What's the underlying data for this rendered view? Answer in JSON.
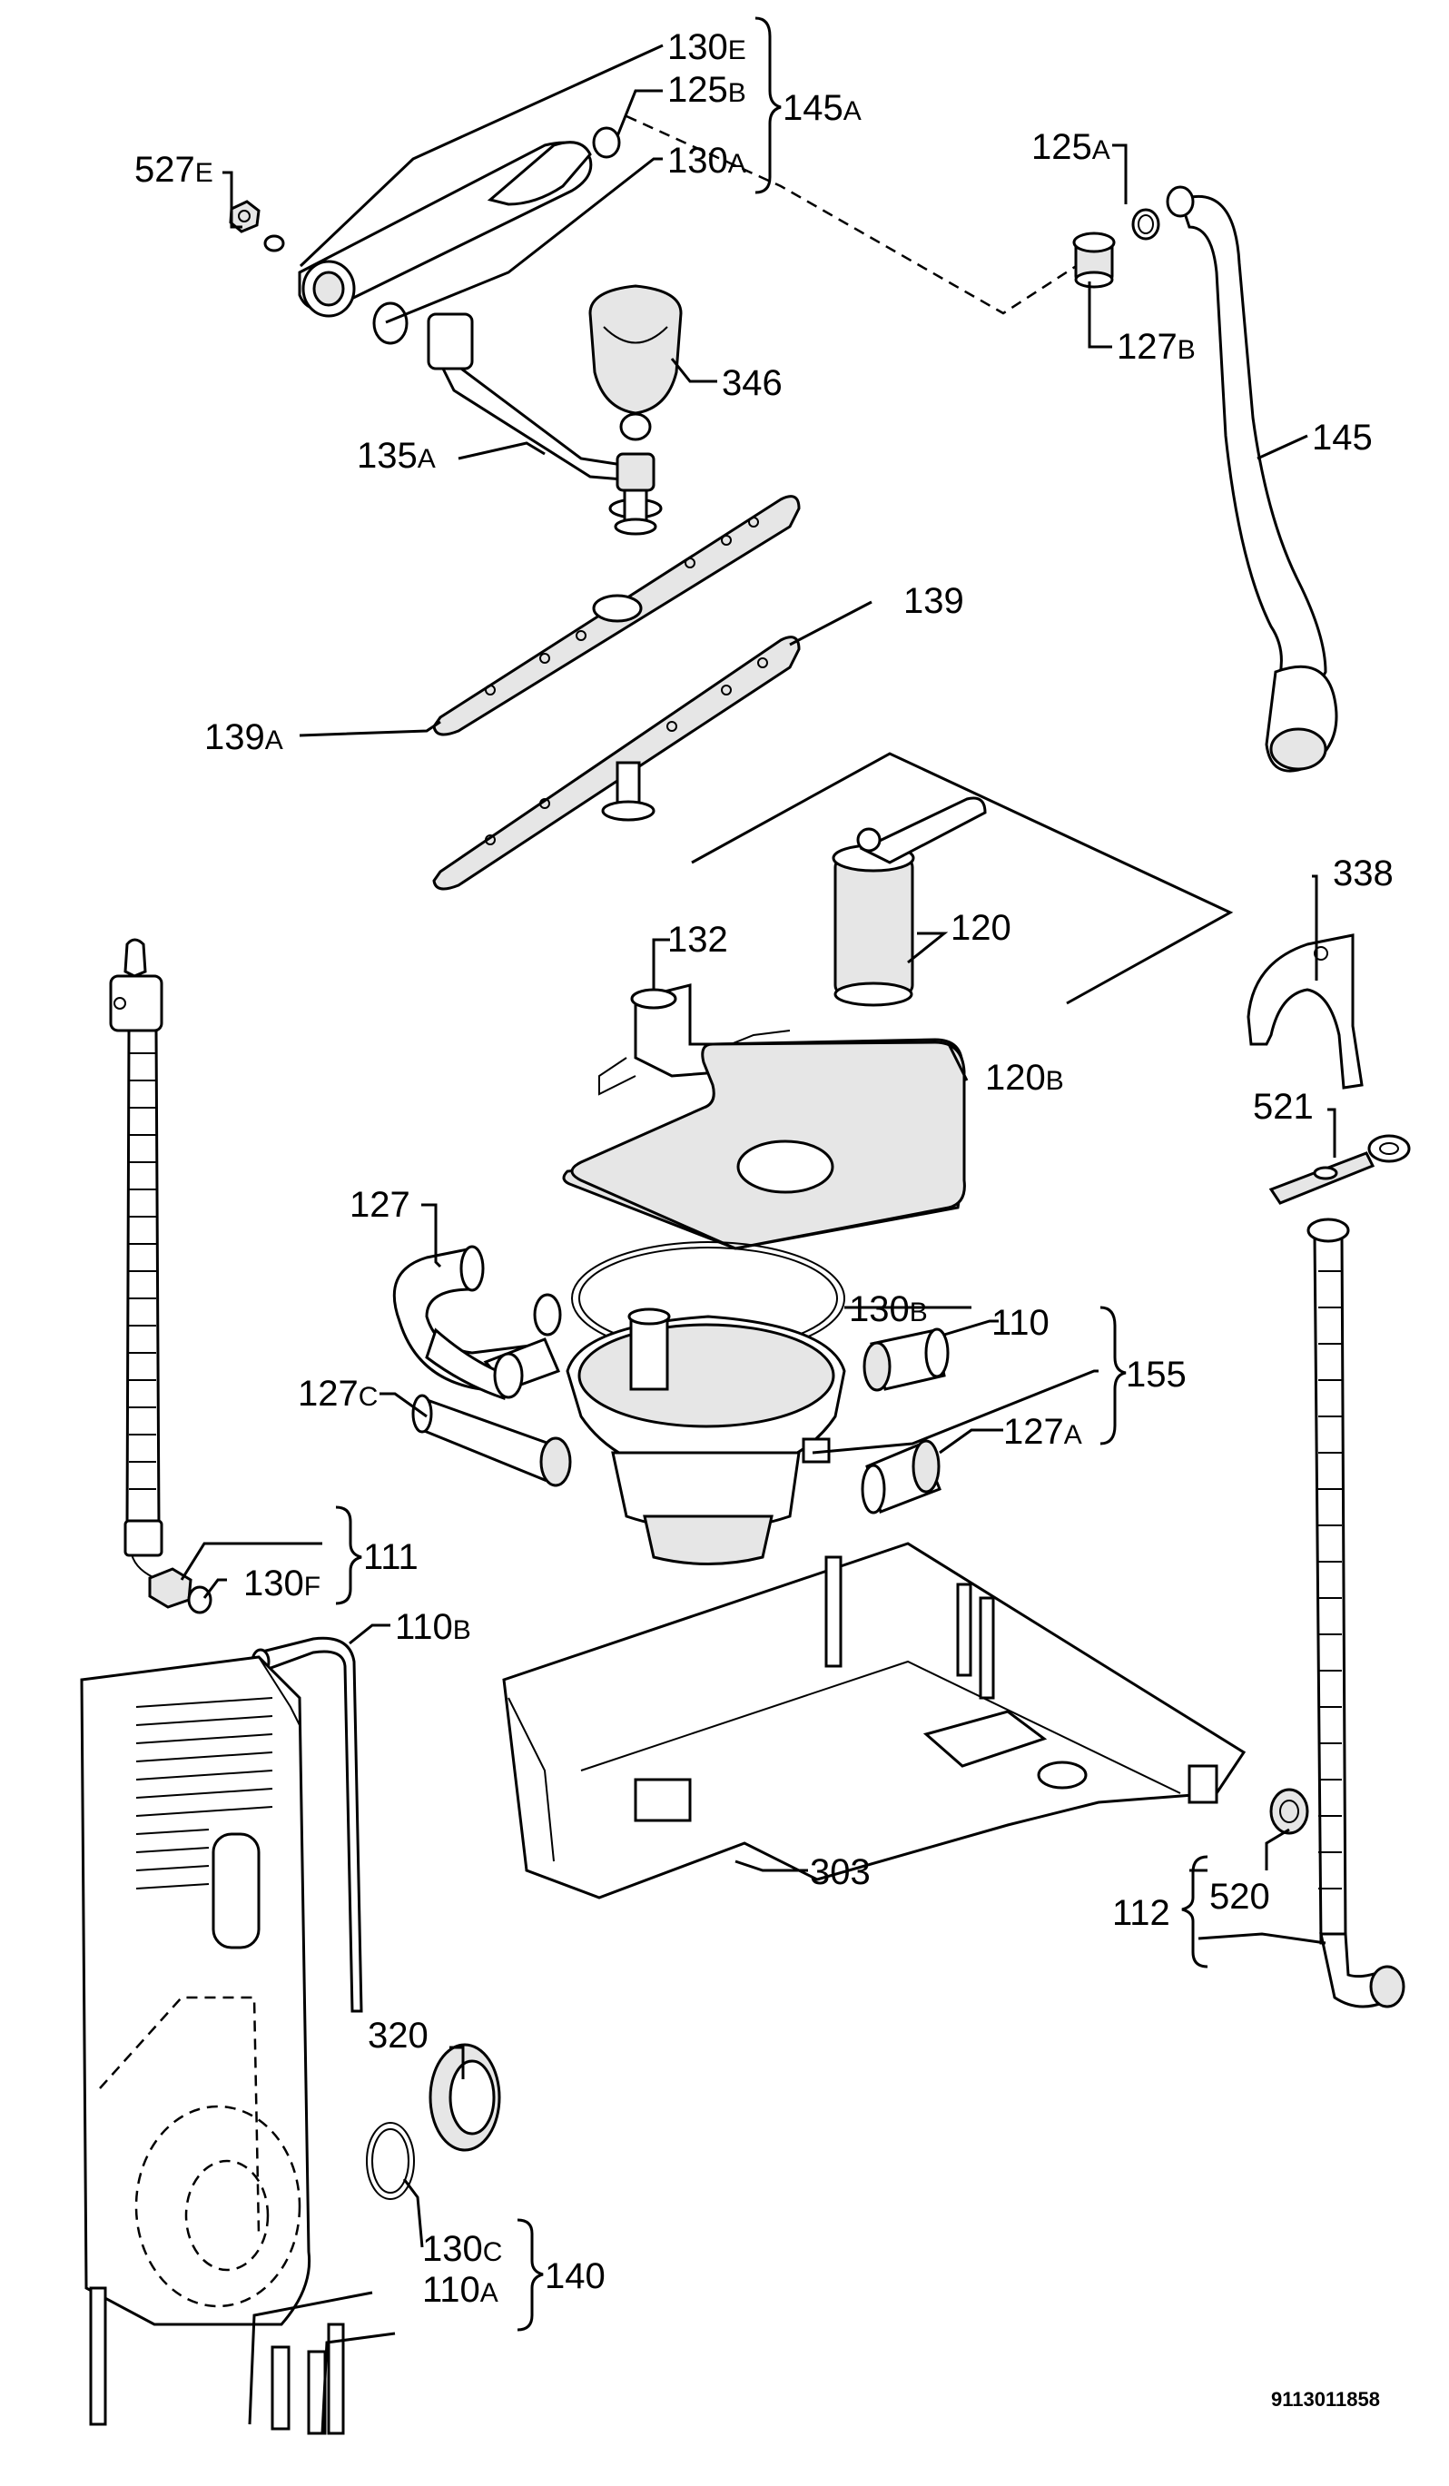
{
  "diagram": {
    "document_number": "9113011858",
    "callouts": [
      {
        "id": "130e",
        "main": "130",
        "sub": "E"
      },
      {
        "id": "125b",
        "main": "125",
        "sub": "B"
      },
      {
        "id": "145a",
        "main": "145",
        "sub": "A"
      },
      {
        "id": "130a",
        "main": "130",
        "sub": "A"
      },
      {
        "id": "527e",
        "main": "527",
        "sub": "E"
      },
      {
        "id": "125a",
        "main": "125",
        "sub": "A"
      },
      {
        "id": "127b",
        "main": "127",
        "sub": "B"
      },
      {
        "id": "346",
        "main": "346",
        "sub": ""
      },
      {
        "id": "145",
        "main": "145",
        "sub": ""
      },
      {
        "id": "135a",
        "main": "135",
        "sub": "A"
      },
      {
        "id": "139",
        "main": "139",
        "sub": ""
      },
      {
        "id": "139a",
        "main": "139",
        "sub": "A"
      },
      {
        "id": "338",
        "main": "338",
        "sub": ""
      },
      {
        "id": "132",
        "main": "132",
        "sub": ""
      },
      {
        "id": "120",
        "main": "120",
        "sub": ""
      },
      {
        "id": "120b",
        "main": "120",
        "sub": "B"
      },
      {
        "id": "521",
        "main": "521",
        "sub": ""
      },
      {
        "id": "127",
        "main": "127",
        "sub": ""
      },
      {
        "id": "130b",
        "main": "130",
        "sub": "B"
      },
      {
        "id": "110",
        "main": "110",
        "sub": ""
      },
      {
        "id": "155",
        "main": "155",
        "sub": ""
      },
      {
        "id": "127c",
        "main": "127",
        "sub": "C"
      },
      {
        "id": "127a",
        "main": "127",
        "sub": "A"
      },
      {
        "id": "111",
        "main": "111",
        "sub": ""
      },
      {
        "id": "130f",
        "main": "130",
        "sub": "F"
      },
      {
        "id": "110b",
        "main": "110",
        "sub": "B"
      },
      {
        "id": "303",
        "main": "303",
        "sub": ""
      },
      {
        "id": "112",
        "main": "112",
        "sub": ""
      },
      {
        "id": "520",
        "main": "520",
        "sub": ""
      },
      {
        "id": "320",
        "main": "320",
        "sub": ""
      },
      {
        "id": "130c",
        "main": "130",
        "sub": "C"
      },
      {
        "id": "140",
        "main": "140",
        "sub": ""
      },
      {
        "id": "110a",
        "main": "110",
        "sub": "A"
      }
    ]
  }
}
